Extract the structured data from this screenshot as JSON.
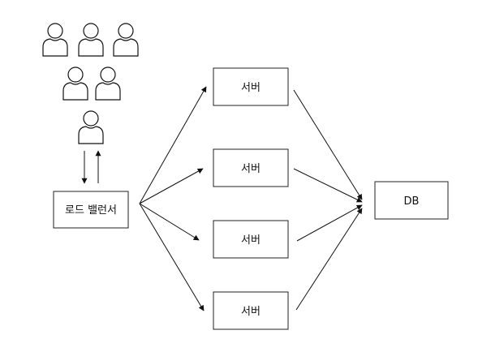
{
  "diagram": {
    "load_balancer_label": "로드 밸런서",
    "server_labels": [
      "서버",
      "서버",
      "서버",
      "서버"
    ],
    "db_label": "DB",
    "user_count": 6
  }
}
